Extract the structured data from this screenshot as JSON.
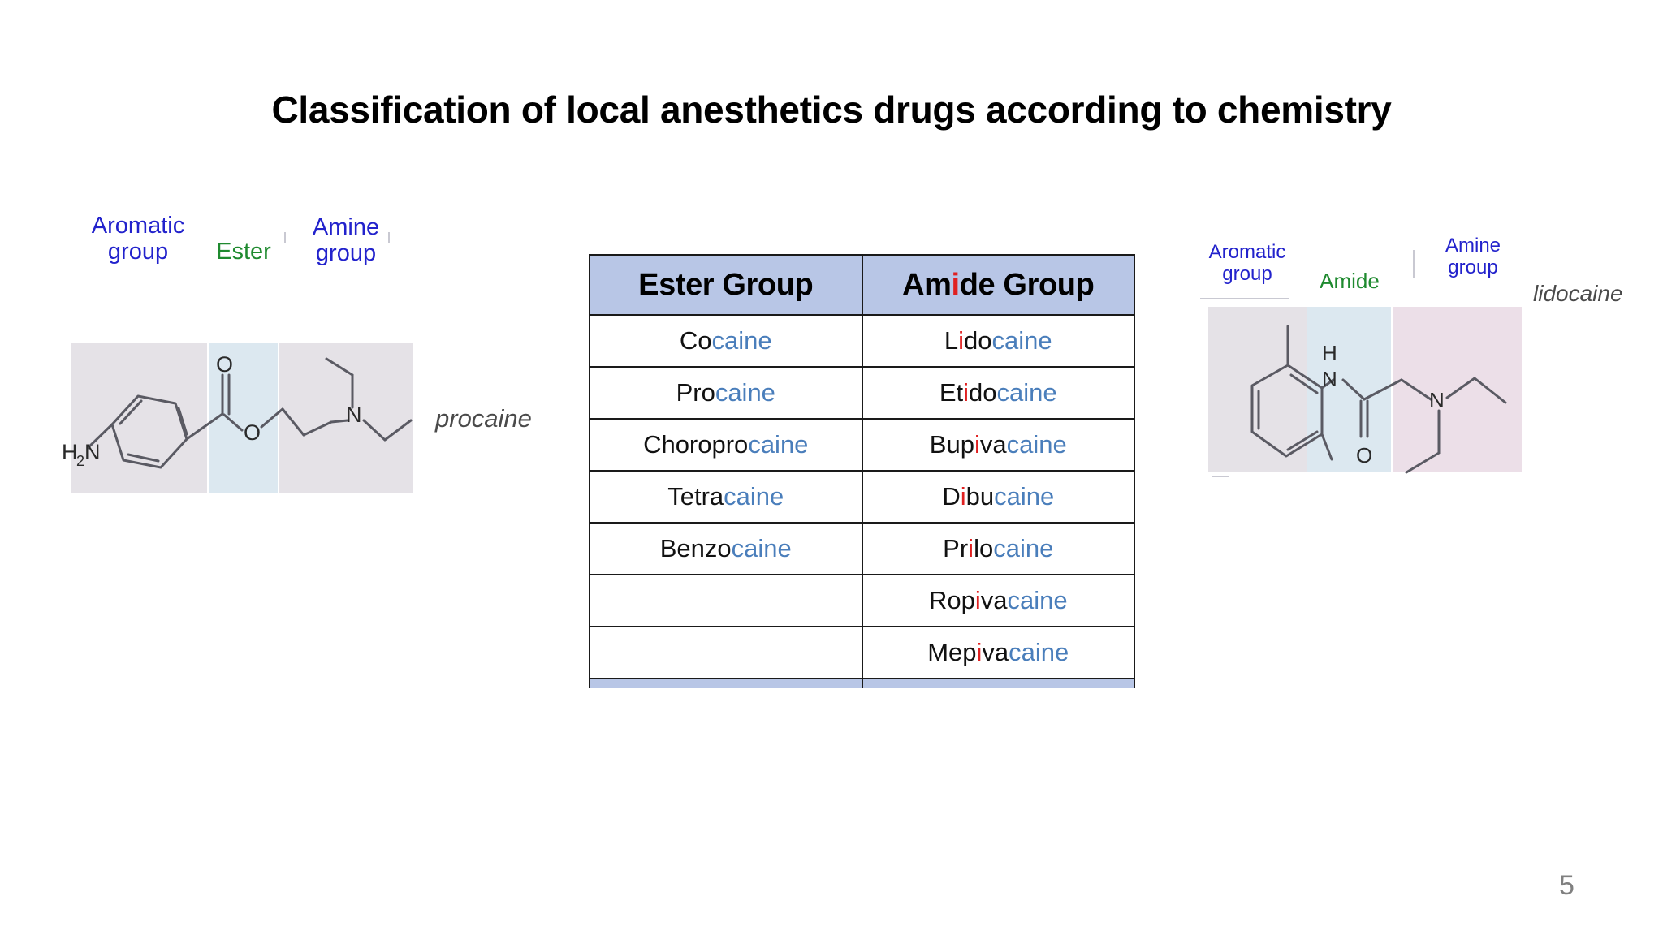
{
  "slide": {
    "title": "Classification of local anesthetics drugs according to chemistry",
    "page_number": "5",
    "background_color": "#ffffff"
  },
  "colors": {
    "table_header_bg": "#b8c6e6",
    "table_border": "#1a1a1a",
    "caine_suffix_blue": "#4a7ebb",
    "highlight_red": "#e02020",
    "label_blue": "#2222cc",
    "label_green": "#1f8a2f",
    "aromatic_box": "#e5e2e7",
    "ester_box": "#dce8f0",
    "amide_box": "#dce8f0",
    "amine_box_left": "#e5e2e7",
    "amine_box_right": "#ecdfe8",
    "molecule_name": "#4a4a4a",
    "page_number": "#808080"
  },
  "procaine_figure": {
    "name": "procaine",
    "labels": {
      "aromatic": "Aromatic\ngroup",
      "ester": "Ester",
      "amine": "Amine\ngroup"
    },
    "atom_labels": {
      "amine_nitrogen": "H",
      "amine_sub": "2",
      "amine_n": "N",
      "carbonyl_oxygen": "O",
      "ester_oxygen": "O",
      "chain_nitrogen": "N"
    }
  },
  "lidocaine_figure": {
    "name": "lidocaine",
    "labels": {
      "aromatic": "Aromatic\ngroup",
      "amide": "Amide",
      "amine": "Amine\ngroup"
    },
    "atom_labels": {
      "amide_h": "H",
      "amide_n": "N",
      "carbonyl_oxygen": "O",
      "chain_nitrogen": "N"
    }
  },
  "table": {
    "headers": [
      {
        "parts": [
          {
            "text": "Ester Group",
            "style": "black"
          }
        ]
      },
      {
        "parts": [
          {
            "text": "Am",
            "style": "black"
          },
          {
            "text": "i",
            "style": "red"
          },
          {
            "text": "de Group",
            "style": "black"
          }
        ]
      }
    ],
    "header_plain": [
      "Ester Group",
      "Amide Group"
    ],
    "rows": [
      {
        "ester": {
          "plain": "Cocaine",
          "parts": [
            {
              "text": "Co",
              "style": "black"
            },
            {
              "text": "caine",
              "style": "blue"
            }
          ]
        },
        "amide": {
          "plain": "Lidocaine",
          "parts": [
            {
              "text": "L",
              "style": "black"
            },
            {
              "text": "i",
              "style": "red"
            },
            {
              "text": "do",
              "style": "black"
            },
            {
              "text": "caine",
              "style": "blue"
            }
          ]
        }
      },
      {
        "ester": {
          "plain": "Procaine",
          "parts": [
            {
              "text": "Pro",
              "style": "black"
            },
            {
              "text": "caine",
              "style": "blue"
            }
          ]
        },
        "amide": {
          "plain": "Etidocaine",
          "parts": [
            {
              "text": "Et",
              "style": "black"
            },
            {
              "text": "i",
              "style": "red"
            },
            {
              "text": "do",
              "style": "black"
            },
            {
              "text": "caine",
              "style": "blue"
            }
          ]
        }
      },
      {
        "ester": {
          "plain": "Choroprocaine",
          "parts": [
            {
              "text": "Choropro",
              "style": "black"
            },
            {
              "text": "caine",
              "style": "blue"
            }
          ]
        },
        "amide": {
          "plain": "Bupivacaine",
          "parts": [
            {
              "text": "Bup",
              "style": "black"
            },
            {
              "text": "i",
              "style": "red"
            },
            {
              "text": "va",
              "style": "black"
            },
            {
              "text": "caine",
              "style": "blue"
            }
          ]
        }
      },
      {
        "ester": {
          "plain": "Tetracaine",
          "parts": [
            {
              "text": "Tetra",
              "style": "black"
            },
            {
              "text": "caine",
              "style": "blue"
            }
          ]
        },
        "amide": {
          "plain": "Dibucaine",
          "parts": [
            {
              "text": "D",
              "style": "black"
            },
            {
              "text": "i",
              "style": "red"
            },
            {
              "text": "bu",
              "style": "black"
            },
            {
              "text": "caine",
              "style": "blue"
            }
          ]
        }
      },
      {
        "ester": {
          "plain": "Benzocaine",
          "parts": [
            {
              "text": "Benzo",
              "style": "black"
            },
            {
              "text": "caine",
              "style": "blue"
            }
          ]
        },
        "amide": {
          "plain": "Prilocaine",
          "parts": [
            {
              "text": "Pr",
              "style": "black"
            },
            {
              "text": "i",
              "style": "red"
            },
            {
              "text": "lo",
              "style": "black"
            },
            {
              "text": "caine",
              "style": "blue"
            }
          ]
        }
      },
      {
        "ester": {
          "plain": "",
          "parts": []
        },
        "amide": {
          "plain": "Ropivacaine",
          "parts": [
            {
              "text": "Rop",
              "style": "black"
            },
            {
              "text": "i",
              "style": "red"
            },
            {
              "text": "va",
              "style": "black"
            },
            {
              "text": "caine",
              "style": "blue"
            }
          ]
        }
      },
      {
        "ester": {
          "plain": "",
          "parts": []
        },
        "amide": {
          "plain": "Mepivacaine",
          "parts": [
            {
              "text": "Mep",
              "style": "black"
            },
            {
              "text": "i",
              "style": "red"
            },
            {
              "text": "va",
              "style": "black"
            },
            {
              "text": "caine",
              "style": "blue"
            }
          ]
        }
      }
    ]
  }
}
